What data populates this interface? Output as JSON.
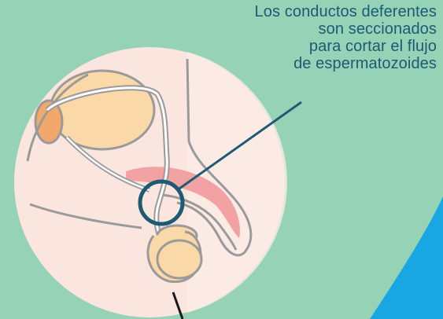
{
  "callout": {
    "lines": [
      "Los conductos deferentes",
      "son seccionados",
      "para cortar el flujo",
      "de espermatozoides"
    ]
  },
  "colors": {
    "background": "#96d2b6",
    "circle_fill": "#fbe6df",
    "callout_text": "#1d5a74",
    "ring": "#1d5a74",
    "organ_fill": "#fad8a8",
    "organ_outline": "#9a9a9a",
    "tissue_pink": "#f19a9c",
    "accent_blue": "#19a7e4"
  }
}
